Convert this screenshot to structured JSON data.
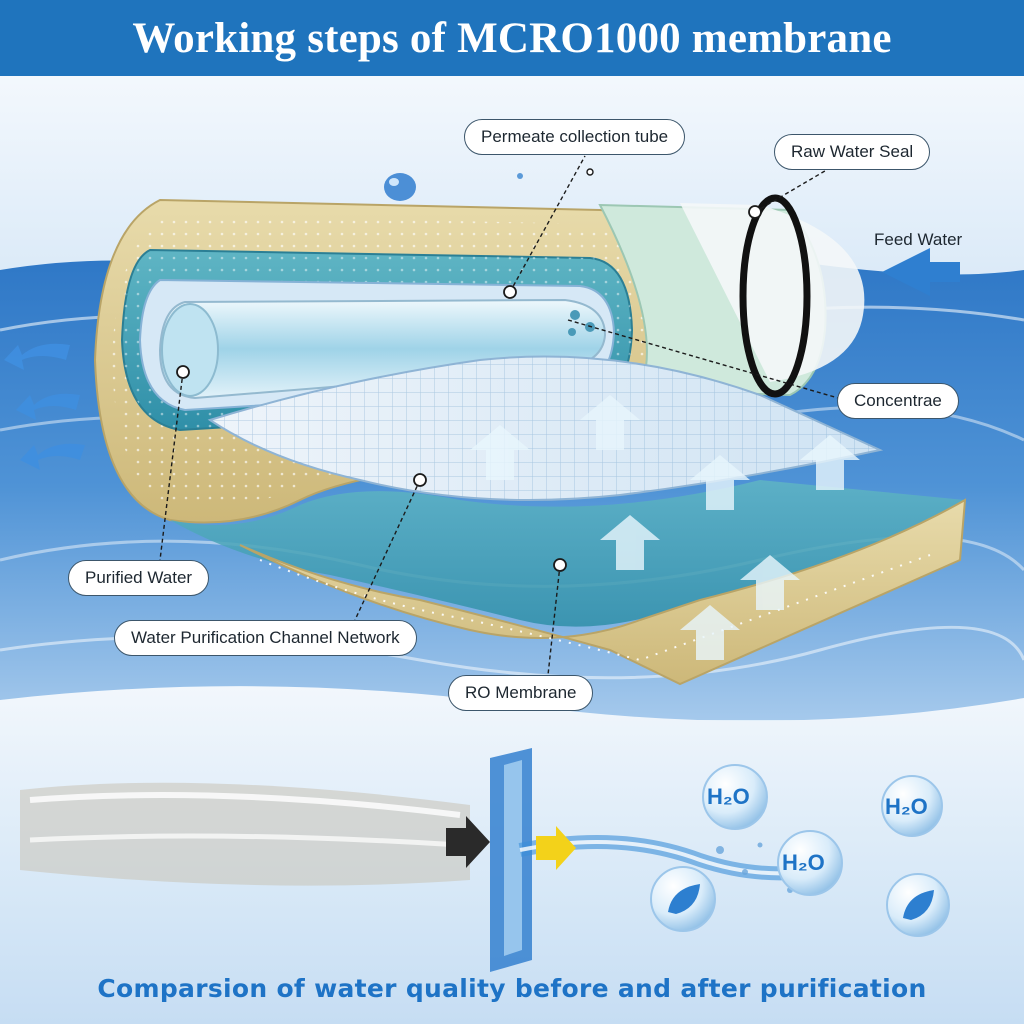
{
  "header": {
    "title": "Working steps of MCRO1000 membrane"
  },
  "labels": {
    "permeate_tube": "Permeate collection tube",
    "raw_water_seal": "Raw Water Seal",
    "feed_water": "Feed Water",
    "concentrate": "Concentrae",
    "purified_water": "Purified Water",
    "channel_network": "Water Purification Channel Network",
    "ro_membrane": "RO Membrane"
  },
  "molecules": {
    "h2o": "H₂O"
  },
  "footer": {
    "caption": "Comparsion of water quality before and after purification"
  },
  "colors": {
    "banner": "#1f74bd",
    "accent_blue": "#1e73c6",
    "arrow_blue": "#2f7fd0",
    "arrow_yellow": "#f3d21a",
    "tan_layer": "#d9c790",
    "inner_tube": "#cfe7f2",
    "seal_green": "#cfe9dc"
  }
}
